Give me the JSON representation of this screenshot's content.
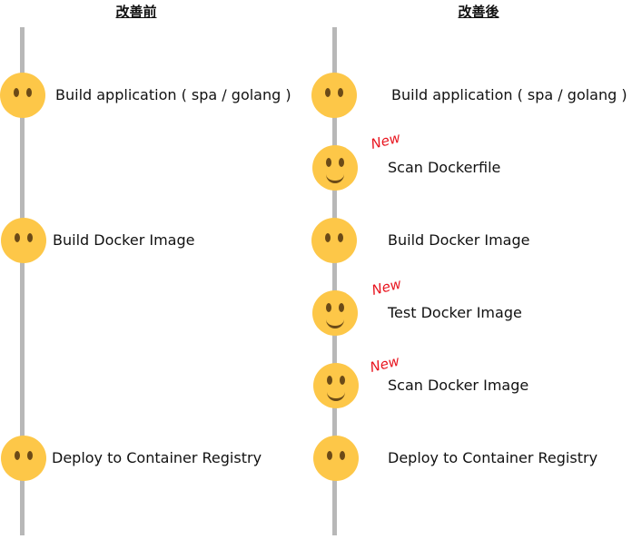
{
  "before": {
    "title": "改善前",
    "steps": [
      {
        "label": "Build application ( spa / golang )",
        "face": "neutral-face-icon"
      },
      {
        "label": "Build Docker Image",
        "face": "neutral-face-icon"
      },
      {
        "label": "Deploy to Container Registry",
        "face": "neutral-face-icon"
      }
    ]
  },
  "after": {
    "title": "改善後",
    "steps": [
      {
        "label": "Build application ( spa / golang )",
        "face": "neutral-face-icon",
        "badge": ""
      },
      {
        "label": "Scan Dockerfile",
        "face": "smiling-face-icon",
        "badge": "New"
      },
      {
        "label": "Build Docker Image",
        "face": "neutral-face-icon",
        "badge": ""
      },
      {
        "label": "Test Docker Image",
        "face": "smiling-face-icon",
        "badge": "New"
      },
      {
        "label": "Scan Docker Image",
        "face": "smiling-face-icon",
        "badge": "New"
      },
      {
        "label": "Deploy to Container Registry",
        "face": "neutral-face-icon",
        "badge": ""
      }
    ]
  },
  "colors": {
    "face": "#fdc748",
    "feature": "#6b4a17",
    "line": "#b8b8b8",
    "badge": "#e8141e"
  }
}
